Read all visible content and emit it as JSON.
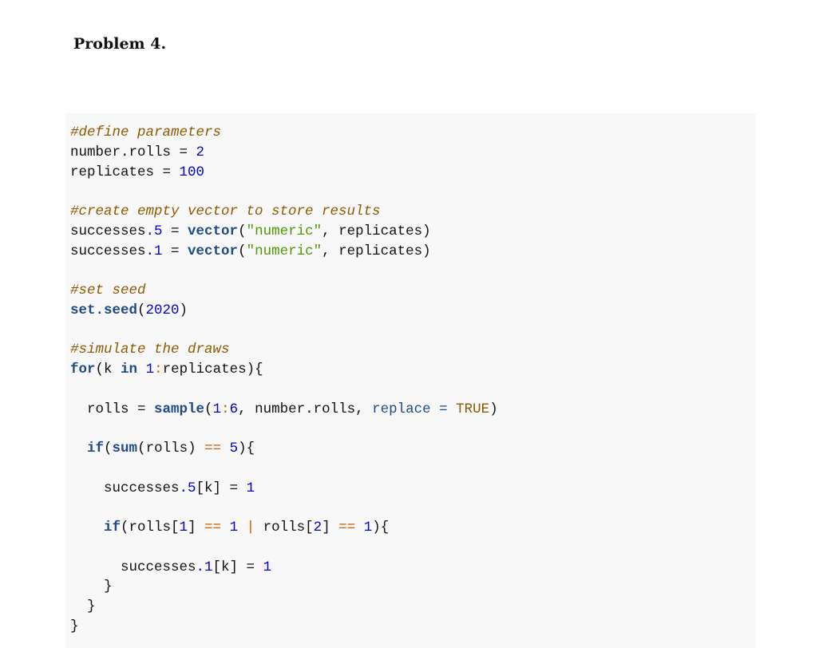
{
  "heading": "Problem 4.",
  "code_lines": [
    [
      [
        "c",
        "#define parameters"
      ]
    ],
    [
      [
        "p",
        "number.rolls = "
      ],
      [
        "n",
        "2"
      ]
    ],
    [
      [
        "p",
        "replicates = "
      ],
      [
        "n",
        "100"
      ]
    ],
    [],
    [
      [
        "c",
        "#create empty vector to store results"
      ]
    ],
    [
      [
        "p",
        "successes"
      ],
      [
        "n",
        ".5"
      ],
      [
        "p",
        " = "
      ],
      [
        "f",
        "vector"
      ],
      [
        "p",
        "("
      ],
      [
        "s",
        "\"numeric\""
      ],
      [
        "p",
        ", replicates)"
      ]
    ],
    [
      [
        "p",
        "successes"
      ],
      [
        "n",
        ".1"
      ],
      [
        "p",
        " = "
      ],
      [
        "f",
        "vector"
      ],
      [
        "p",
        "("
      ],
      [
        "s",
        "\"numeric\""
      ],
      [
        "p",
        ", replicates)"
      ]
    ],
    [],
    [
      [
        "c",
        "#set seed"
      ]
    ],
    [
      [
        "f",
        "set.seed"
      ],
      [
        "p",
        "("
      ],
      [
        "n",
        "2020"
      ],
      [
        "p",
        ")"
      ]
    ],
    [],
    [
      [
        "c",
        "#simulate the draws"
      ]
    ],
    [
      [
        "k",
        "for"
      ],
      [
        "p",
        "(k "
      ],
      [
        "k",
        "in"
      ],
      [
        "p",
        " "
      ],
      [
        "n",
        "1"
      ],
      [
        "o",
        ":"
      ],
      [
        "p",
        "replicates){"
      ]
    ],
    [],
    [
      [
        "p",
        "  rolls = "
      ],
      [
        "f",
        "sample"
      ],
      [
        "p",
        "("
      ],
      [
        "n",
        "1"
      ],
      [
        "o",
        ":"
      ],
      [
        "n",
        "6"
      ],
      [
        "p",
        ", number.rolls, "
      ],
      [
        "a",
        "replace ="
      ],
      [
        "p",
        " "
      ],
      [
        "t",
        "TRUE"
      ],
      [
        "p",
        ")"
      ]
    ],
    [],
    [
      [
        "p",
        "  "
      ],
      [
        "k",
        "if"
      ],
      [
        "p",
        "("
      ],
      [
        "f",
        "sum"
      ],
      [
        "p",
        "(rolls) "
      ],
      [
        "o",
        "=="
      ],
      [
        "p",
        " "
      ],
      [
        "n",
        "5"
      ],
      [
        "p",
        "){"
      ]
    ],
    [],
    [
      [
        "p",
        "    successes"
      ],
      [
        "n",
        ".5"
      ],
      [
        "p",
        "[k] = "
      ],
      [
        "n",
        "1"
      ]
    ],
    [],
    [
      [
        "p",
        "    "
      ],
      [
        "k",
        "if"
      ],
      [
        "p",
        "(rolls["
      ],
      [
        "n",
        "1"
      ],
      [
        "p",
        "] "
      ],
      [
        "o",
        "=="
      ],
      [
        "p",
        " "
      ],
      [
        "n",
        "1"
      ],
      [
        "p",
        " "
      ],
      [
        "o",
        "|"
      ],
      [
        "p",
        " rolls["
      ],
      [
        "n",
        "2"
      ],
      [
        "p",
        "] "
      ],
      [
        "o",
        "=="
      ],
      [
        "p",
        " "
      ],
      [
        "n",
        "1"
      ],
      [
        "p",
        "){"
      ]
    ],
    [],
    [
      [
        "p",
        "      successes"
      ],
      [
        "n",
        ".1"
      ],
      [
        "p",
        "[k] = "
      ],
      [
        "n",
        "1"
      ]
    ],
    [
      [
        "p",
        "    }"
      ]
    ],
    [
      [
        "p",
        "  }"
      ]
    ],
    [
      [
        "p",
        "}"
      ]
    ]
  ]
}
